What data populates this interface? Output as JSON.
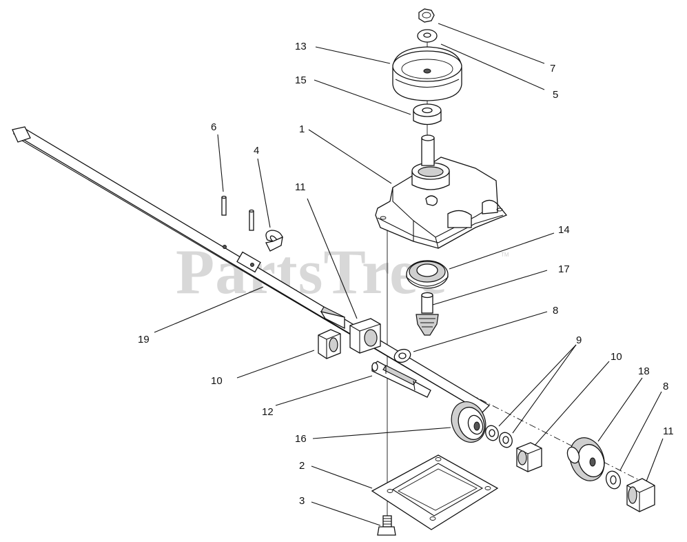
{
  "watermark": {
    "text": "PartsTree",
    "trademark": "TM"
  },
  "callouts": [
    {
      "id": "c7",
      "text": "7"
    },
    {
      "id": "c13",
      "text": "13"
    },
    {
      "id": "c5",
      "text": "5"
    },
    {
      "id": "c15",
      "text": "15"
    },
    {
      "id": "c1",
      "text": "1"
    },
    {
      "id": "c6",
      "text": "6"
    },
    {
      "id": "c4",
      "text": "4"
    },
    {
      "id": "c11a",
      "text": "11"
    },
    {
      "id": "c14",
      "text": "14"
    },
    {
      "id": "c17",
      "text": "17"
    },
    {
      "id": "c8a",
      "text": "8"
    },
    {
      "id": "c19",
      "text": "19"
    },
    {
      "id": "c9",
      "text": "9"
    },
    {
      "id": "c10a",
      "text": "10"
    },
    {
      "id": "c10b",
      "text": "10"
    },
    {
      "id": "c18",
      "text": "18"
    },
    {
      "id": "c8b",
      "text": "8"
    },
    {
      "id": "c12",
      "text": "12"
    },
    {
      "id": "c16",
      "text": "16"
    },
    {
      "id": "c11b",
      "text": "11"
    },
    {
      "id": "c2",
      "text": "2"
    },
    {
      "id": "c3",
      "text": "3"
    }
  ]
}
